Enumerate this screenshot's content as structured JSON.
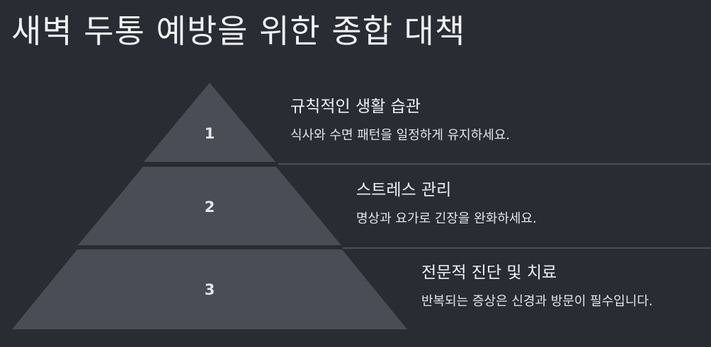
{
  "title": "새벽 두통 예방을 위한 종합 대책",
  "colors": {
    "background": "#2a2c33",
    "tier_fill": "#4a4d56",
    "divider": "#565a63"
  },
  "tiers": [
    {
      "number": "1",
      "heading": "규칙적인 생활 습관",
      "description": "식사와 수면 패턴을 일정하게 유지하세요."
    },
    {
      "number": "2",
      "heading": "스트레스 관리",
      "description": "명상과 요가로 긴장을 완화하세요."
    },
    {
      "number": "3",
      "heading": "전문적 진단 및 치료",
      "description": "반복되는 증상은 신경과 방문이 필수입니다."
    }
  ]
}
